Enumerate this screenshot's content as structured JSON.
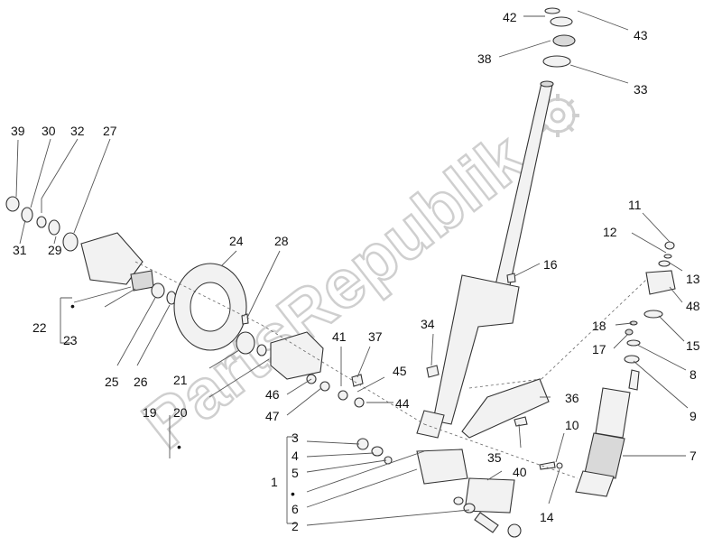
{
  "watermark": "PartsRepublik",
  "bullet": "•",
  "labels": {
    "l1": "1",
    "l2": "2",
    "l3": "3",
    "l4": "4",
    "l5": "5",
    "l6": "6",
    "l7": "7",
    "l8": "8",
    "l9": "9",
    "l10": "10",
    "l11": "11",
    "l12": "12",
    "l13": "13",
    "l14": "14",
    "l15": "15",
    "l16": "16",
    "l17": "17",
    "l18": "18",
    "l19": "19",
    "l20": "20",
    "l21": "21",
    "l22": "22",
    "l23": "23",
    "l24": "24",
    "l25": "25",
    "l26": "26",
    "l27": "27",
    "l28": "28",
    "l29": "29",
    "l30": "30",
    "l31": "31",
    "l32": "32",
    "l33": "33",
    "l34": "34",
    "l35": "35",
    "l36": "36",
    "l37": "37",
    "l38": "38",
    "l39": "39",
    "l40": "40",
    "l41": "41",
    "l42": "42",
    "l43": "43",
    "l44": "44",
    "l45": "45",
    "l46": "46",
    "l47": "47",
    "l48": "48"
  }
}
